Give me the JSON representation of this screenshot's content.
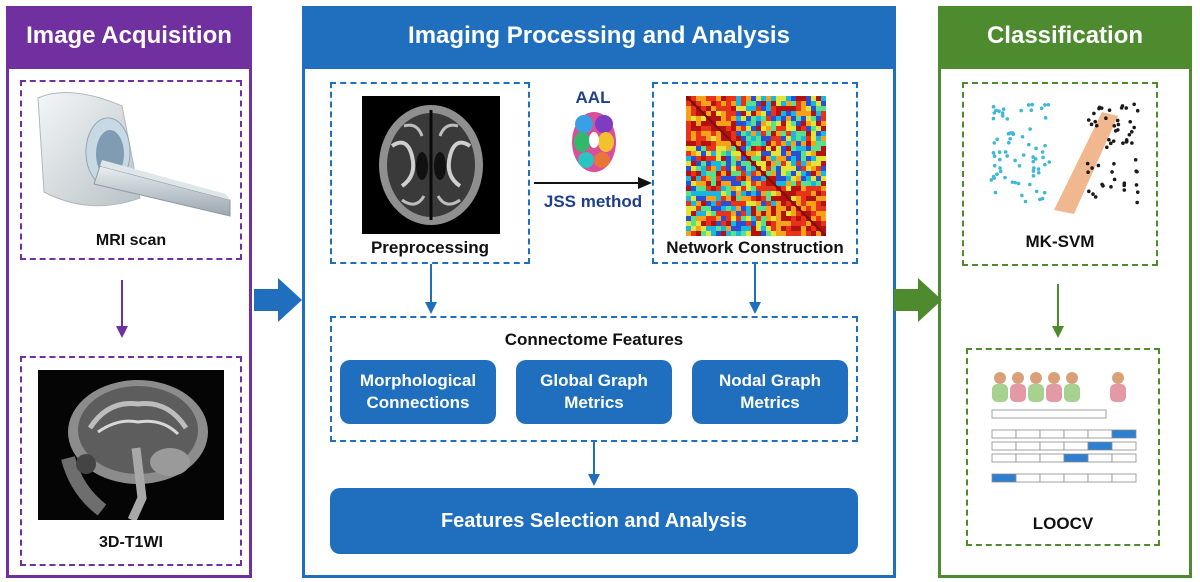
{
  "acquisition": {
    "title": "Image Acquisition",
    "mri_caption": "MRI scan",
    "t1_caption": "3D-T1WI"
  },
  "processing": {
    "title": "Imaging Processing and Analysis",
    "preprocessing_caption": "Preprocessing",
    "atlas_label": "AAL",
    "method_label": "JSS method",
    "network_caption": "Network Construction",
    "connectome_title": "Connectome Features",
    "features": [
      "Morphological Connections",
      "Global Graph Metrics",
      "Nodal Graph Metrics"
    ],
    "selection_label": "Features Selection and Analysis"
  },
  "classification": {
    "title": "Classification",
    "svm_caption": "MK-SVM",
    "loocv_caption": "LOOCV"
  },
  "colors": {
    "purple": "#7030a0",
    "blue": "#1f6fbe",
    "green": "#4e8a2e"
  }
}
